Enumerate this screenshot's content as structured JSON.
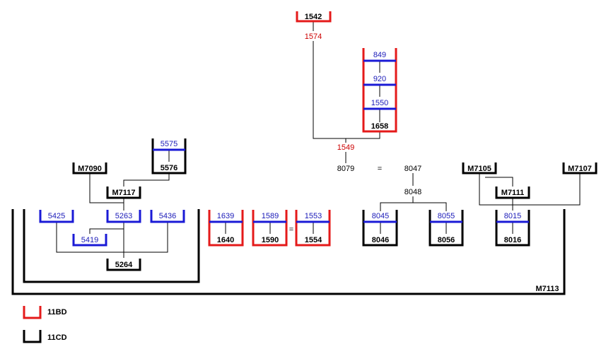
{
  "colors": {
    "red": "#e41a1a",
    "blue": "#1a1ad6",
    "black": "#000000",
    "red_text": "#cc0000",
    "blue_text": "#1a1ab8"
  },
  "nodes": {
    "n1542": "1542",
    "n1574": "1574",
    "n849": "849",
    "n920": "920",
    "n1550": "1550",
    "n1658": "1658",
    "n1549": "1549",
    "n8079": "8079",
    "eq1": "=",
    "n8047": "8047",
    "n8048": "8048",
    "n8045": "8045",
    "n8046": "8046",
    "n8055": "8055",
    "n8056": "8056",
    "m7105": "M7105",
    "m7111": "M7111",
    "m7107": "M7107",
    "n8015": "8015",
    "n8016": "8016",
    "n5575": "5575",
    "n5576": "5576",
    "m7090": "M7090",
    "m7117": "M7117",
    "n5425": "5425",
    "n5263": "5263",
    "n5436": "5436",
    "n5419": "5419",
    "n5264": "5264",
    "n1639": "1639",
    "n1640": "1640",
    "n1589": "1589",
    "n1590": "1590",
    "eq2": "=",
    "n1553": "1553",
    "n1554": "1554",
    "m7113": "M7113"
  },
  "legend": {
    "bd_label": "11BD",
    "cd_label": "11CD"
  }
}
